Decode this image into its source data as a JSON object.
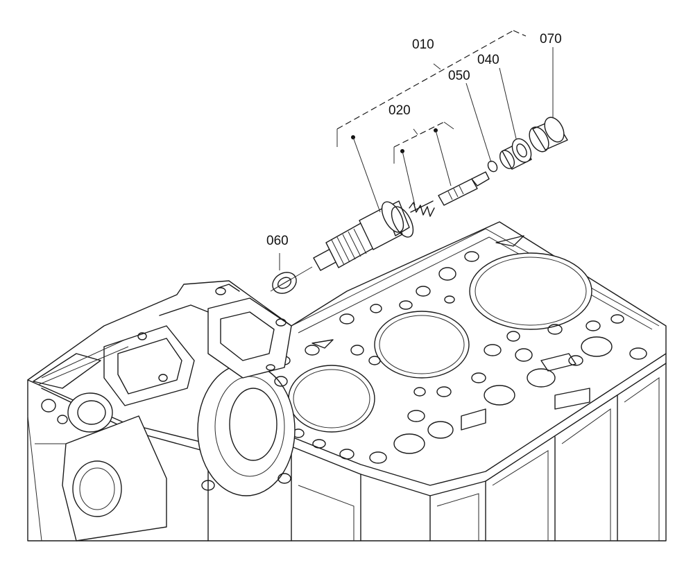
{
  "labels": {
    "assembly_010": "010",
    "subassembly_020": "020",
    "part_040": "040",
    "part_050": "050",
    "part_060": "060",
    "part_070": "070"
  },
  "colors": {
    "line": "#1a1a1a",
    "background": "#ffffff"
  }
}
